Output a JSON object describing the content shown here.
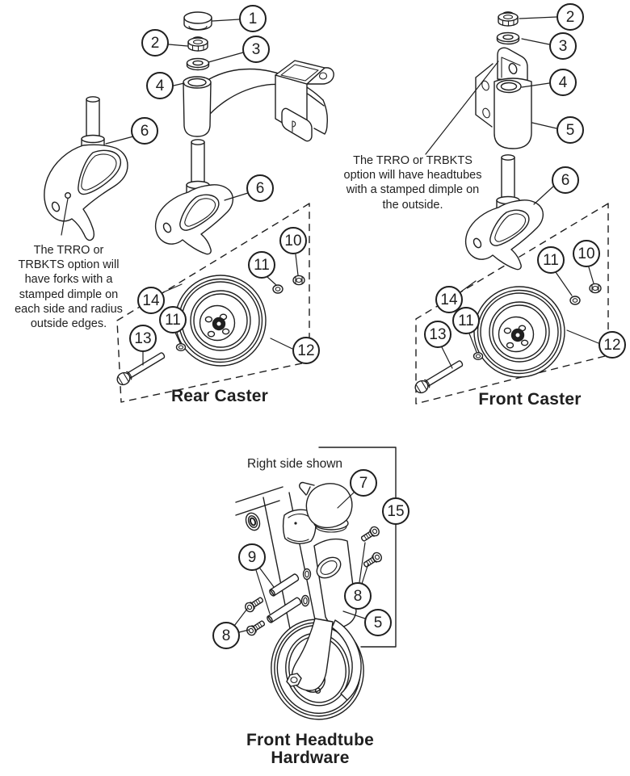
{
  "colors": {
    "ink": "#1f1f1f",
    "paper": "#ffffff"
  },
  "notes": {
    "fork_note_lines": [
      "The TRRO or",
      "TRBKTS option will",
      "have forks with a",
      "stamped dimple on",
      "each side and radius",
      "outside edges."
    ],
    "headtube_note_lines": [
      "The TRRO or TRBKTS",
      "option will have headtubes",
      "with a stamped dimple on",
      "the outside."
    ],
    "right_side_note": "Right side shown"
  },
  "captions": {
    "rear_caster": "Rear Caster",
    "front_caster": "Front Caster",
    "front_headtube_lines": [
      "Front Headtube",
      "Hardware"
    ]
  },
  "callouts": {
    "n1": "1",
    "n2": "2",
    "n3": "3",
    "n4": "4",
    "n5": "5",
    "n6": "6",
    "n7": "7",
    "n8": "8",
    "n9": "9",
    "n10": "10",
    "n11": "11",
    "n12": "12",
    "n13": "13",
    "n14": "14",
    "n15": "15"
  }
}
